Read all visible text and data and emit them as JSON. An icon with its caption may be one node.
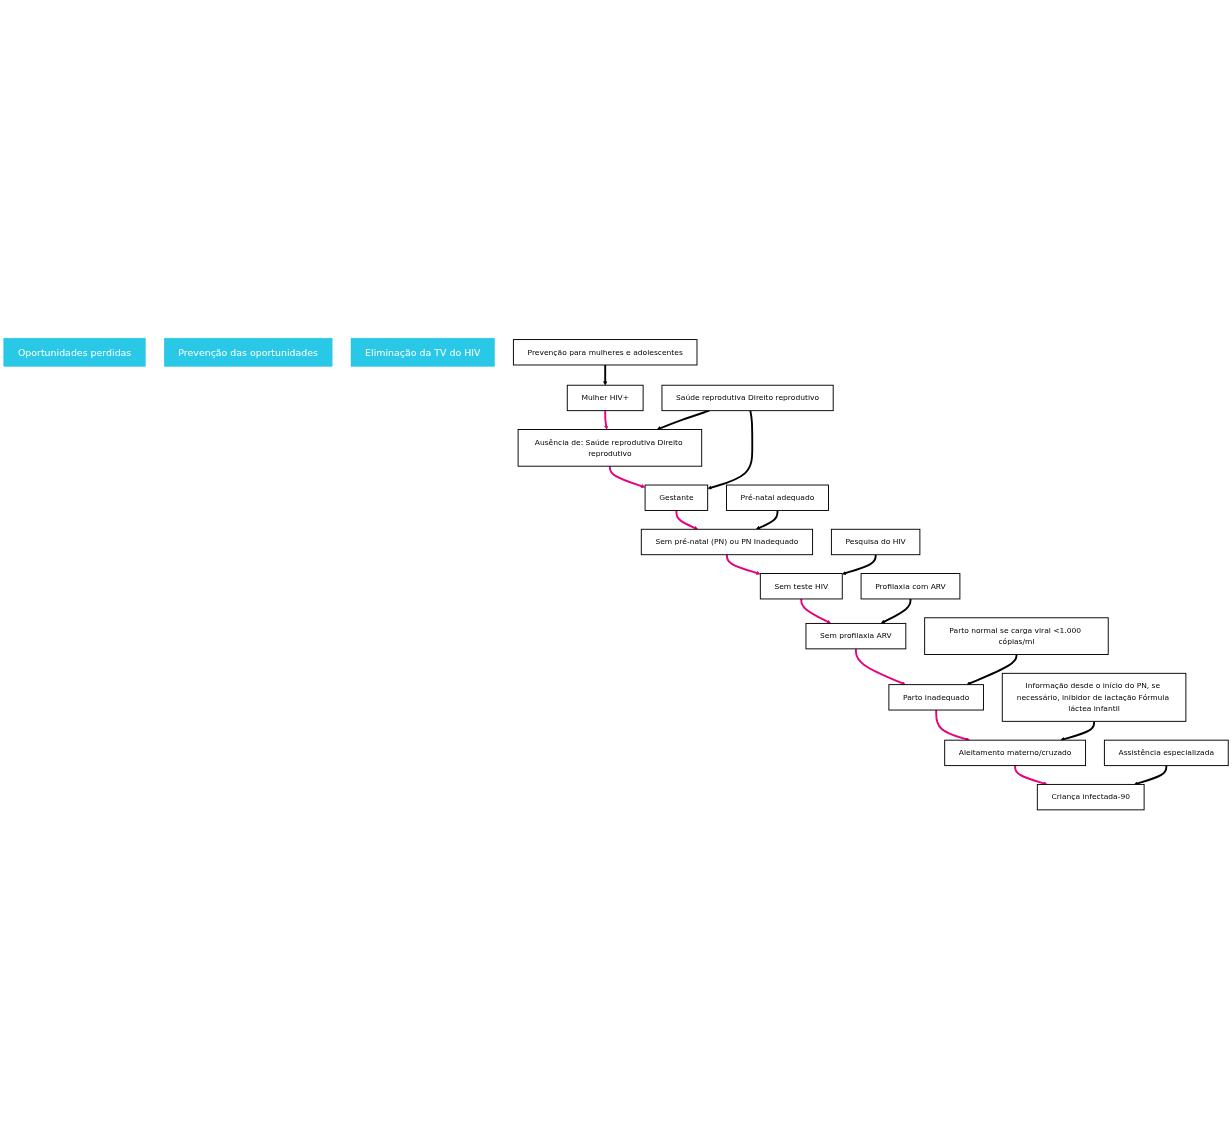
{
  "diagram": {
    "nodes": [
      {
        "text": [
          "Oportunidades perdidas"
        ]
      },
      {
        "text": [
          "Prevenção das oportunidades"
        ]
      },
      {
        "text": [
          "Eliminação da TV do HIV"
        ]
      },
      {
        "text": [
          "Mulher HIV+"
        ]
      },
      {
        "text": [
          "Prevenção para mulheres e adolescentes"
        ]
      },
      {
        "text": [
          "Ausência de: Saúde reprodutiva Direito reprodutivo"
        ]
      },
      {
        "text": [
          "Saúde reprodutiva Direito reprodutivo"
        ]
      },
      {
        "text": [
          "Gestante"
        ]
      },
      {
        "text": [
          "Sem pré-natal (PN) ou PN Inadequado"
        ]
      },
      {
        "text": [
          "Pré-natal adequado"
        ]
      },
      {
        "text": [
          "Sem teste HIV"
        ]
      },
      {
        "text": [
          "Pesquisa do HIV"
        ]
      },
      {
        "text": [
          "Sem profilaxia ARV"
        ]
      },
      {
        "text": [
          "Profilaxia com ARV"
        ]
      },
      {
        "text": [
          "Parto inadequado"
        ]
      },
      {
        "text": [
          "Parto normal se carga viral <1.000 cópias/ml"
        ]
      },
      {
        "text": [
          "Aleitamento materno/cruzado"
        ]
      },
      {
        "text": [
          "Informação desde o início do PN, se necessário, inibidor de lactação Fórmula láctea infantil"
        ]
      },
      {
        "text": [
          "Criança infectada-90"
        ]
      },
      {
        "text": [
          "Assistência especializada"
        ]
      }
    ],
    "edges": [
      {
        "from": 3,
        "to": 5,
        "arrow": "to",
        "color": "#e6007e"
      },
      {
        "from": 5,
        "to": 7,
        "arrow": "to",
        "color": "#e6007e"
      },
      {
        "from": 7,
        "to": 8,
        "arrow": "to",
        "color": "#e6007e"
      },
      {
        "from": 8,
        "to": 10,
        "arrow": "to",
        "color": "#e6007e"
      },
      {
        "from": 10,
        "to": 12,
        "arrow": "to",
        "color": "#e6007e"
      },
      {
        "from": 12,
        "to": 14,
        "arrow": "to",
        "color": "#e6007e"
      },
      {
        "from": 14,
        "to": 16,
        "arrow": "to",
        "color": "#e6007e"
      },
      {
        "from": 16,
        "to": 18,
        "arrow": "to",
        "color": "#e6007e"
      },
      {
        "from": 4,
        "to": 3,
        "arrow": "to"
      },
      {
        "from": 6,
        "to": 5,
        "arrow": "to"
      },
      {
        "from": 6,
        "to": 7,
        "arrow": "to"
      },
      {
        "from": 9,
        "to": 8,
        "arrow": "to"
      },
      {
        "from": 11,
        "to": 10,
        "arrow": "to"
      },
      {
        "from": 13,
        "to": 12,
        "arrow": "to"
      },
      {
        "from": 15,
        "to": 14,
        "arrow": "to"
      },
      {
        "from": 17,
        "to": 16,
        "arrow": "to"
      },
      {
        "from": 19,
        "to": 18,
        "arrow": "to"
      }
    ]
  }
}
